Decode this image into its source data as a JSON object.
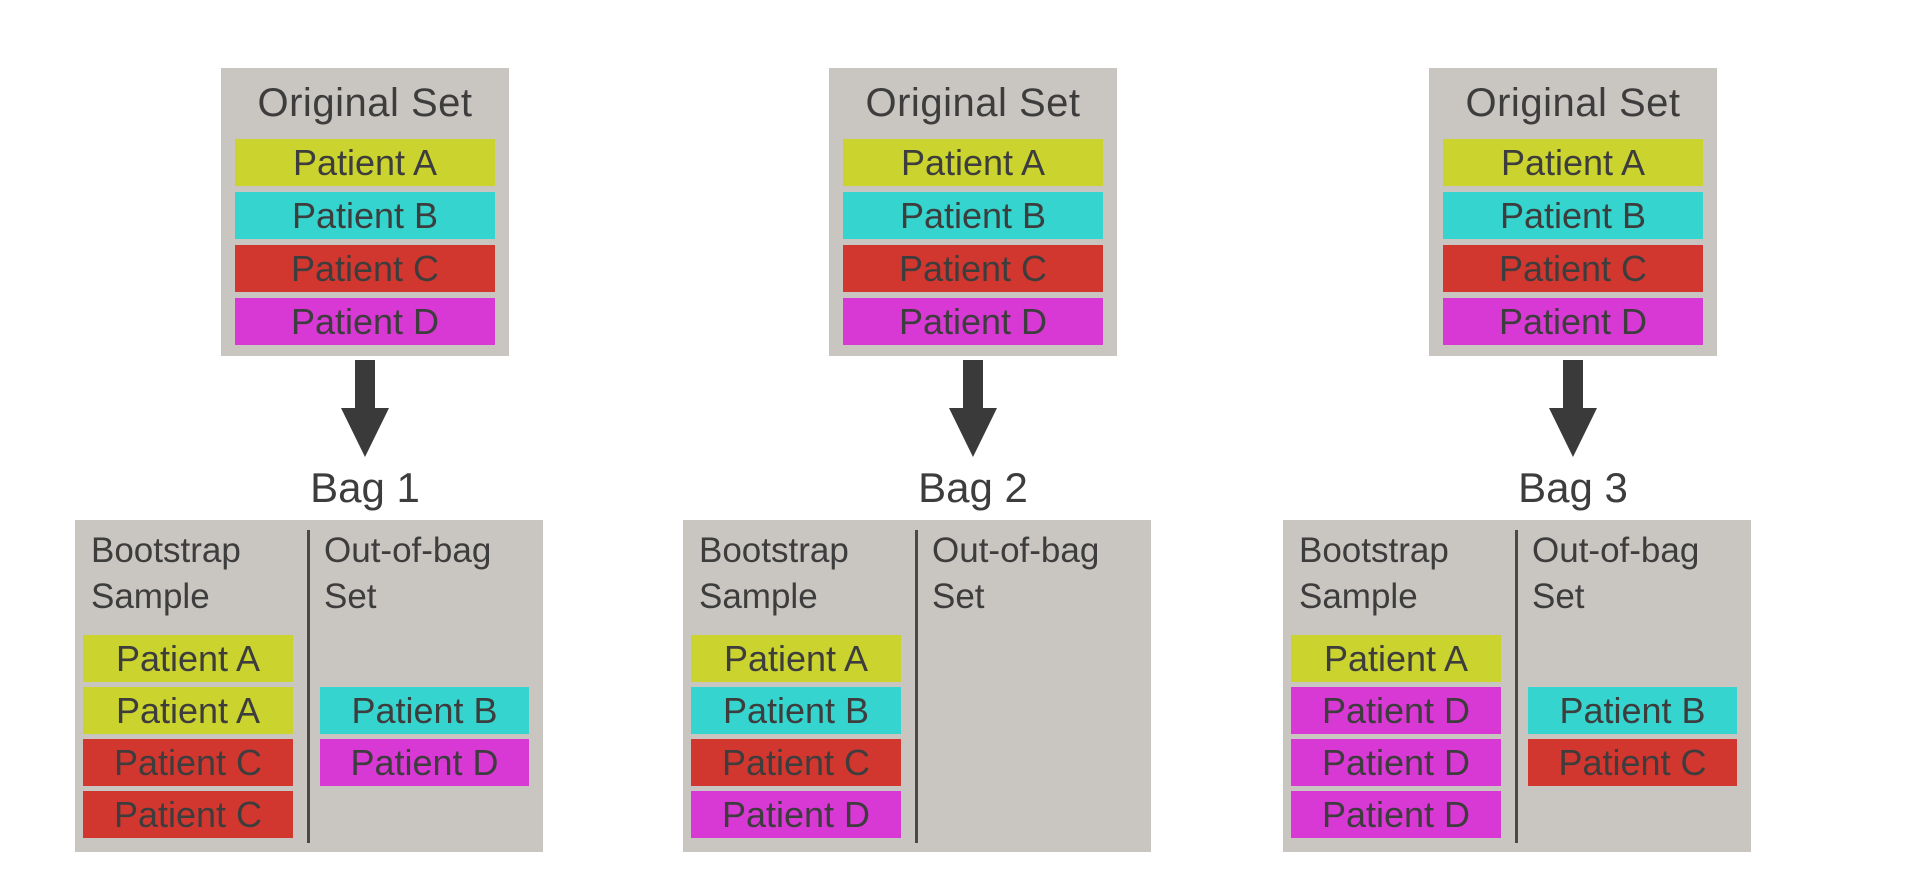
{
  "diagram_title": "Bootstrap sampling / bagging diagram",
  "palette": {
    "background": "#ffffff",
    "box_gray": "#c9c5c0",
    "text_color": "#3d3d3d",
    "divider": "#4c4844",
    "arrow": "#3a3a3a",
    "patient_colors": {
      "A": "#cbd32e",
      "B": "#36d4cf",
      "C": "#d2372f",
      "D": "#d838d4"
    }
  },
  "labels": {
    "original_set": "Original Set",
    "bootstrap_sample": "Bootstrap Sample",
    "out_of_bag_set": "Out-of-bag Set"
  },
  "patients": {
    "A": "Patient A",
    "B": "Patient B",
    "C": "Patient C",
    "D": "Patient D"
  },
  "icons": {
    "down_arrow": "down-arrow"
  },
  "columns": [
    {
      "bag_label": "Bag 1",
      "original_set": [
        "A",
        "B",
        "C",
        "D"
      ],
      "bootstrap_sample": [
        "A",
        "A",
        "C",
        "C"
      ],
      "out_of_bag": [
        "B",
        "D"
      ]
    },
    {
      "bag_label": "Bag 2",
      "original_set": [
        "A",
        "B",
        "C",
        "D"
      ],
      "bootstrap_sample": [
        "A",
        "B",
        "C",
        "D"
      ],
      "out_of_bag": []
    },
    {
      "bag_label": "Bag 3",
      "original_set": [
        "A",
        "B",
        "C",
        "D"
      ],
      "bootstrap_sample": [
        "A",
        "D",
        "D",
        "D"
      ],
      "out_of_bag": [
        "B",
        "C"
      ]
    }
  ]
}
